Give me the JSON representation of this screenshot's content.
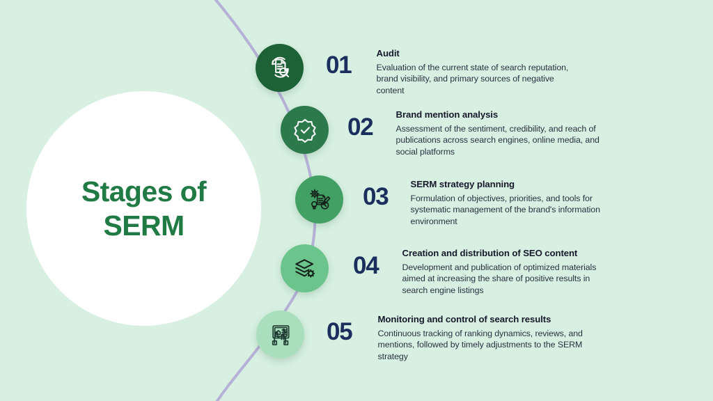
{
  "theme": {
    "background": "#d7f0e1",
    "hero_circle": "#ffffff",
    "title_color": "#1f7a44",
    "number_color": "#1b2f5e",
    "heading_color": "#17182b",
    "body_color": "#2a3142",
    "curve_color": "#b6b1d7"
  },
  "hero": {
    "title_line1": "Stages of",
    "title_line2": "SERM"
  },
  "steps": [
    {
      "number": "01",
      "heading": "Audit",
      "description": "Evaluation of the current state of search reputation, brand visibility, and primary sources of negative content",
      "icon": "document-search-icon",
      "circle_color": "#1d6136",
      "icon_color": "#ffffff"
    },
    {
      "number": "02",
      "heading": "Brand mention analysis",
      "description": "Assessment of the sentiment, credibility, and reach of publications across search engines, online media, and social platforms",
      "icon": "verified-badge-check-icon",
      "circle_color": "#2c7a4b",
      "icon_color": "#ffffff"
    },
    {
      "number": "03",
      "heading": "SERM strategy planning",
      "description": "Formulation of objectives, priorities, and tools for systematic management of the brand's information environment",
      "icon": "strategy-planning-icon",
      "circle_color": "#43a064",
      "icon_color": "#15201a"
    },
    {
      "number": "04",
      "heading": "Creation and distribution of SEO content",
      "description": "Development and publication of optimized materials aimed at increasing the share of positive results in search engine listings",
      "icon": "layers-gear-icon",
      "circle_color": "#6ac48b",
      "icon_color": "#15201a"
    },
    {
      "number": "05",
      "heading": "Monitoring and control of search results",
      "description": "Continuous tracking of ranking dynamics, reviews, and mentions, followed by timely adjustments to the SERM strategy",
      "icon": "tablet-hands-monitoring-icon",
      "circle_color": "#aadfbe",
      "icon_color": "#1d3a30"
    }
  ]
}
